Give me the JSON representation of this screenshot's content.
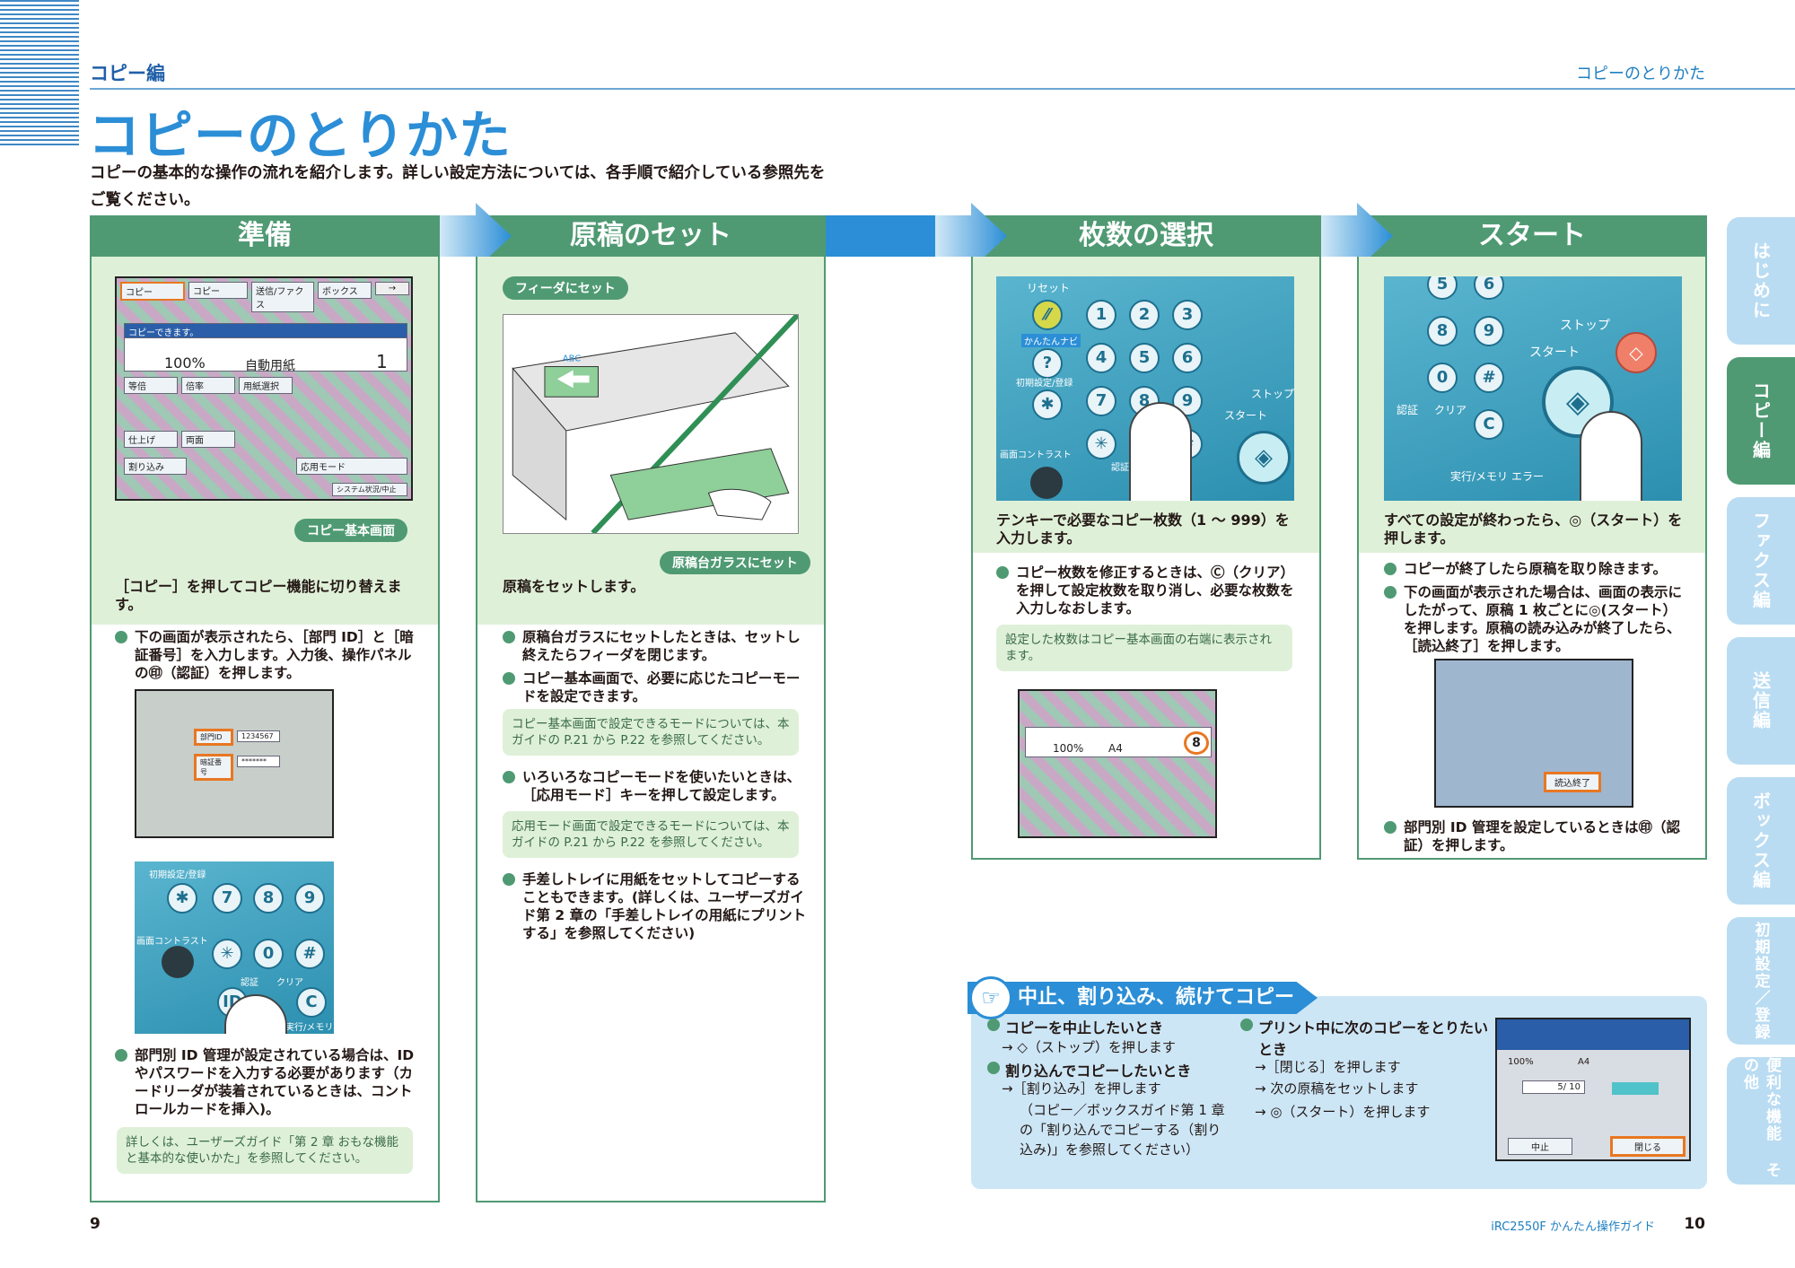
{
  "header": {
    "section_label": "コピー編",
    "right_label": "コピーのとりかた",
    "title": "コピーのとりかた",
    "intro": "コピーの基本的な操作の流れを紹介します。詳しい設定方法については、各手順で紹介している参照先をご覧ください。"
  },
  "steps": [
    {
      "label": "準備"
    },
    {
      "label": "原稿のセット"
    },
    {
      "label": "枚数の選択"
    },
    {
      "label": "スタート"
    }
  ],
  "prep": {
    "screen": {
      "tabs": [
        "コピー",
        "コピー",
        "送信/ファクス",
        "ボックス"
      ],
      "message": "コピーできます。",
      "ratio": "100%",
      "paper": "自動用紙",
      "count": "1",
      "buttons": [
        "等倍",
        "倍率",
        "用紙選択",
        "仕上げ",
        "両面",
        "割り込み",
        "応用モード",
        "システム状況/中止"
      ]
    },
    "caption_pill": "コピー基本画面",
    "lead": "［コピー］を押してコピー機能に切り替えます。",
    "bullet1": "下の画面が表示されたら、［部門 ID］と［暗証番号］を入力します。入力後、操作パネルの㊞（認証）を押します。",
    "id_screen": {
      "dept": "部門ID",
      "pin": "暗証番号",
      "dept_value": "1234567",
      "pin_value": "*******"
    },
    "keypad_labels": {
      "initial": "初期設定/登録",
      "contrast": "画面コントラスト",
      "auth": "認証",
      "clear": "クリア",
      "exec": "実行/メモリ"
    },
    "bullet2": "部門別 ID 管理が設定されている場合は、ID やパスワードを入力する必要があります（カードリーダが装着されているときは、コントロールカードを挿入)。",
    "note": "詳しくは、ユーザーズガイド「第 2 章 おもな機能と基本的な使いかた」を参照してください。"
  },
  "set": {
    "pill_feeder": "フィーダにセット",
    "pill_glass": "原稿台ガラスにセット",
    "doc_label": "ABC",
    "lead": "原稿をセットします。",
    "bullet1": "原稿台ガラスにセットしたときは、セットし終えたらフィーダを閉じます。",
    "bullet2": "コピー基本画面で、必要に応じたコピーモードを設定できます。",
    "note1": "コピー基本画面で設定できるモードについては、本ガイドの P.21 から P.22 を参照してください。",
    "bullet3": "いろいろなコピーモードを使いたいときは、［応用モード］キーを押して設定します。",
    "note2": "応用モード画面で設定できるモードについては、本ガイドの P.21 から P.22 を参照してください。",
    "bullet4": "手差しトレイに用紙をセットしてコピーすることもできます。(詳しくは、ユーザーズガイド第 2 章の「手差しトレイの用紙にプリントする」を参照してください)"
  },
  "count": {
    "keypad_labels": {
      "reset": "リセット",
      "guide": "かんたんナビ",
      "initial": "初期設定/登録",
      "stop": "ストップ",
      "start": "スタート",
      "contrast": "画面コントラスト",
      "auth": "認証"
    },
    "lead": "テンキーで必要なコピー枚数（1 ～ 999）を入力します。",
    "bullet1": "コピー枚数を修正するときは、Ⓒ（クリア）を押して設定枚数を取り消し、必要な枚数を入力しなおします。",
    "note": "設定した枚数はコピー基本画面の右端に表示されます。",
    "screen_ratio": "100%",
    "screen_paper": "A4",
    "screen_count": "8"
  },
  "start": {
    "keypad_labels": {
      "stop": "ストップ",
      "start": "スタート",
      "auth": "認証",
      "clear": "クリア",
      "exec": "実行/メモリ",
      "error": "エラー"
    },
    "lead": "すべての設定が終わったら、◎（スタート）を押します。",
    "bullet1": "コピーが終了したら原稿を取り除きます。",
    "bullet2": "下の画面が表示された場合は、画面の表示にしたがって、原稿 1 枚ごとに◎(スタート）を押します。原稿の読み込みが終了したら、［読込終了］を押します。",
    "screen_button": "読込終了",
    "bullet3": "部門別 ID 管理を設定しているときは㊞（認証）を押します。"
  },
  "interrupt": {
    "title": "中止、割り込み、続けてコピー",
    "h1": "コピーを中止したいとき",
    "t1": "→ ◇（ストップ）を押します",
    "h2": "割り込んでコピーしたいとき",
    "t2a": "→［割り込み］を押します",
    "t2b": "（コピー／ボックスガイド第 1 章の「割り込んでコピーする（割り込み)」を参照してください）",
    "h3": "プリント中に次のコピーをとりたいとき",
    "t3a": "→［閉じる］を押します",
    "t3b": "→ 次の原稿をセットします",
    "t3c": "→ ◎（スタート）を押します",
    "screen": {
      "stop": "中止",
      "close": "閉じる",
      "count": "5/ 10",
      "ratio": "100%",
      "paper": "A4"
    }
  },
  "side_tabs": [
    "はじめに",
    "コピー編",
    "ファクス編",
    "送信編",
    "ボックス編",
    "初期設定／登録",
    "便利な機能 その他"
  ],
  "footer": {
    "left_page": "9",
    "guide": "iRC2550F かんたん操作ガイド",
    "right_page": "10"
  },
  "colors": {
    "green": "#4f9a73",
    "light_green": "#dff0d8",
    "blue": "#2b8ed6",
    "light_blue": "#cce6f6",
    "orange": "#e87722"
  }
}
